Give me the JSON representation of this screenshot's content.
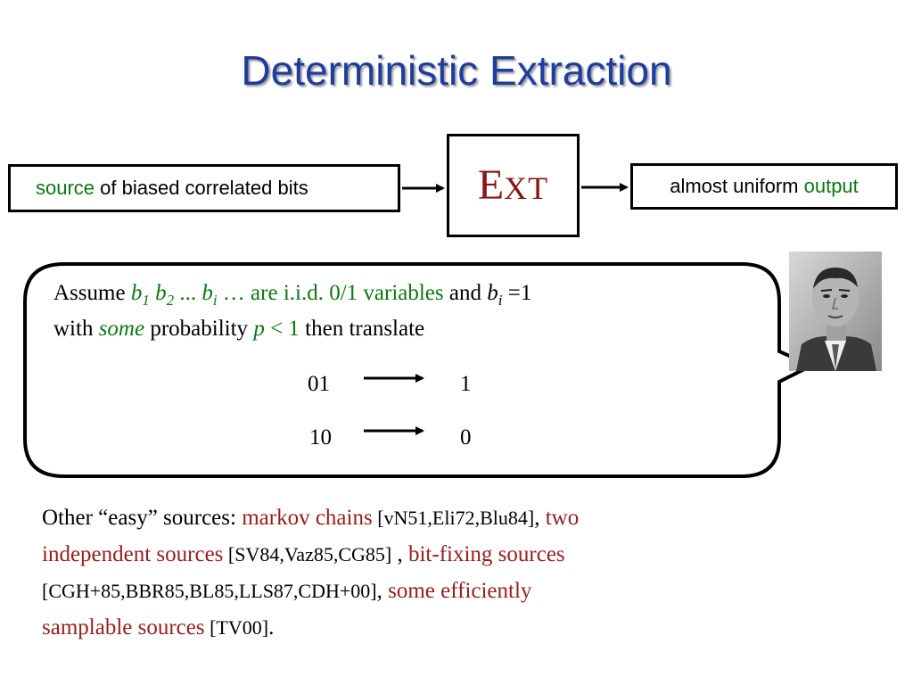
{
  "slide": {
    "title": "Deterministic Extraction"
  },
  "diagram": {
    "input_box": {
      "word_colored": "source",
      "rest": " of biased correlated bits"
    },
    "extractor_box": {
      "first": "E",
      "rest": "XT"
    },
    "output_box": {
      "rest": "almost uniform ",
      "word_colored": "output"
    }
  },
  "callout": {
    "line1": {
      "assume": "Assume ",
      "b": "b",
      "sub1": "1",
      "sub2": "2",
      "dots1": " ... ",
      "subi": "i",
      "dots2": " … ",
      "iid": "are i.i.d. 0/1 variables",
      "and": " and ",
      "eq": " =1"
    },
    "line2": {
      "with": "with ",
      "some": "some",
      "prob": " probability ",
      "p": "p",
      "lt": " < 1",
      "then": " then translate"
    },
    "mapping": [
      {
        "from": "01",
        "to": "1"
      },
      {
        "from": "10",
        "to": "0"
      }
    ]
  },
  "portrait": {
    "icon": "person-photo"
  },
  "bottom": {
    "t1": "Other “easy” sources: ",
    "markov": "markov chains",
    "ref1": " [vN51,Eli72,Blu84]",
    "comma1": ", ",
    "two": "two",
    "independent": "independent sources",
    "ref2": " [SV84,Vaz85,CG85]",
    "comma2": " , ",
    "bitfix": "bit-fixing sources",
    "ref3": "[CGH+85,BBR85,BL85,LLS87,CDH+00]",
    "comma3": ", ",
    "some_eff": "some efficiently",
    "samplable": "samplable sources",
    "ref4": " [TV00]",
    "period": "."
  },
  "colors": {
    "title": "#1f3d9e",
    "green": "#0a7a10",
    "red": "#9b1c1c"
  }
}
